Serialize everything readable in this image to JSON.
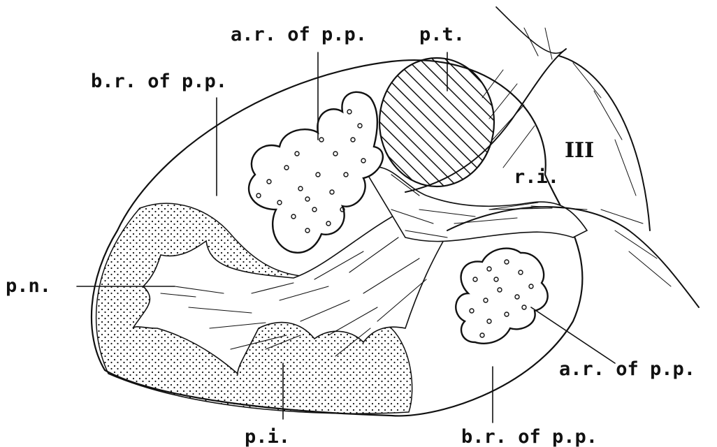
{
  "figure": {
    "labels": {
      "ar_pp_top": "a.r. of p.p.",
      "pt": "p.t.",
      "br_pp_top": "b.r. of p.p.",
      "third_ventricle": "III",
      "ri": "r.i.",
      "pn": "p.n.",
      "ar_pp_right": "a.r. of p.p.",
      "pi": "p.i.",
      "br_pp_bottom": "b.r. of p.p."
    },
    "colors": {
      "ink": "#111111",
      "paper": "#ffffff"
    }
  }
}
